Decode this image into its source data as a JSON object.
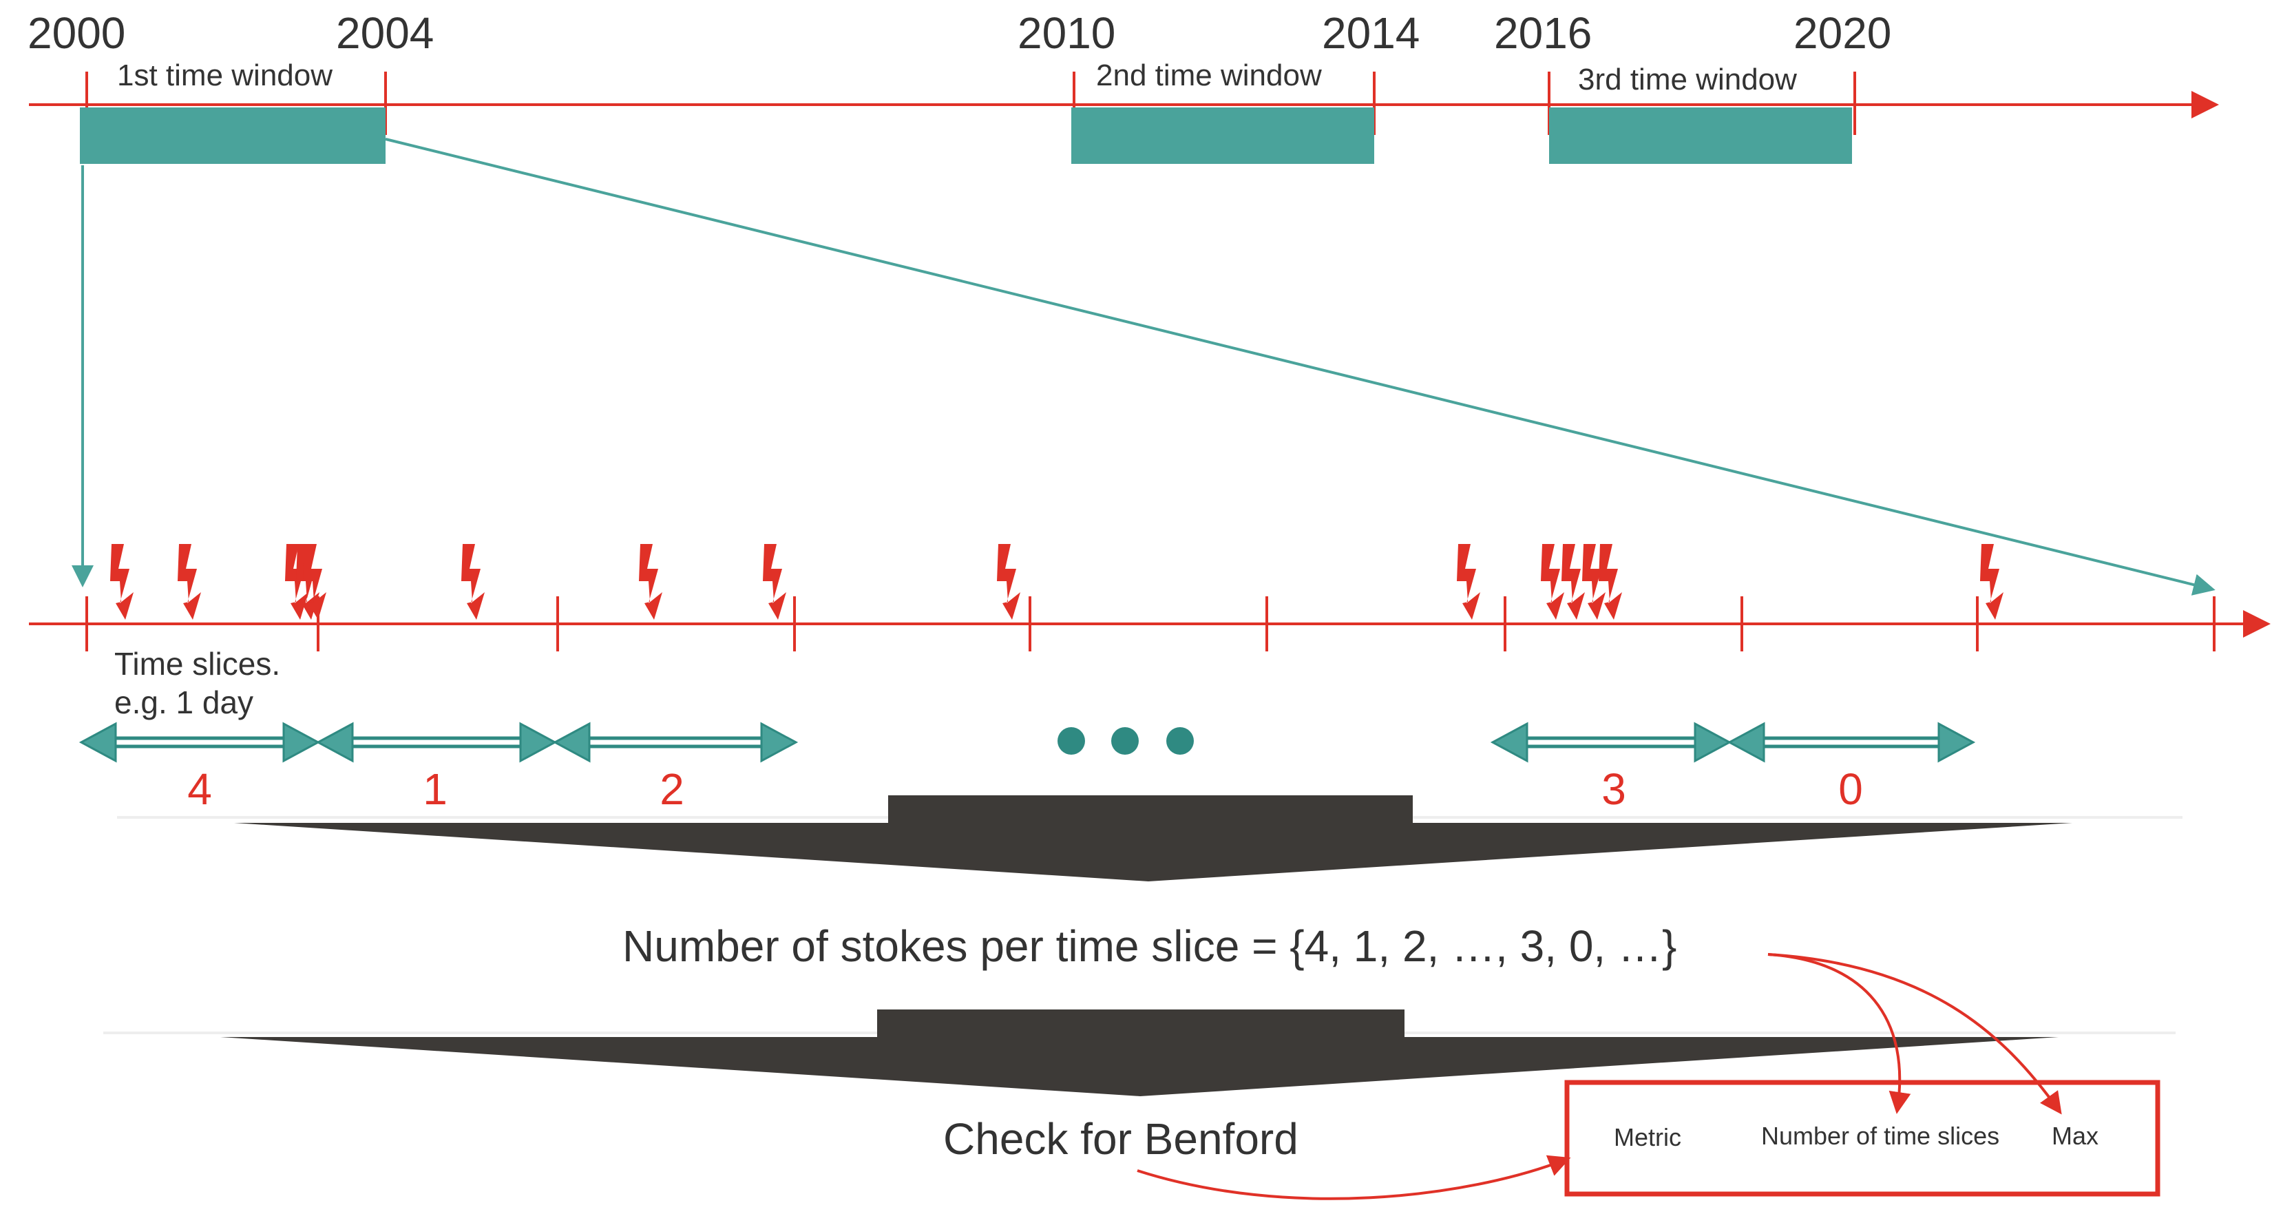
{
  "colors": {
    "timeline_red": "#e03127",
    "teal": "#4aa39b",
    "teal_dark": "#2f8a82",
    "funnel": "#3d3a37",
    "text": "#333333"
  },
  "timeline": {
    "years": [
      "2000",
      "2004",
      "2010",
      "2014",
      "2016",
      "2020"
    ],
    "windows": [
      {
        "label": "1st time window",
        "start": "2000",
        "end": "2004"
      },
      {
        "label": "2nd time window",
        "start": "2010",
        "end": "2014"
      },
      {
        "label": "3rd time window",
        "start": "2016",
        "end": "2020"
      }
    ]
  },
  "slices": {
    "label_line1": "Time slices.",
    "label_line2": "e.g. 1 day",
    "counts_left": [
      "4",
      "1",
      "2"
    ],
    "counts_right": [
      "3",
      "0"
    ],
    "icon": "lightning-bolt-icon"
  },
  "formula": {
    "stroke_counts_text": "Number of stokes per time slice = {4, 1, 2, …, 3, 0, …}",
    "benford_text": "Check for Benford"
  },
  "metrics_box": {
    "items": [
      "Metric",
      "Number of time slices",
      "Max"
    ]
  }
}
